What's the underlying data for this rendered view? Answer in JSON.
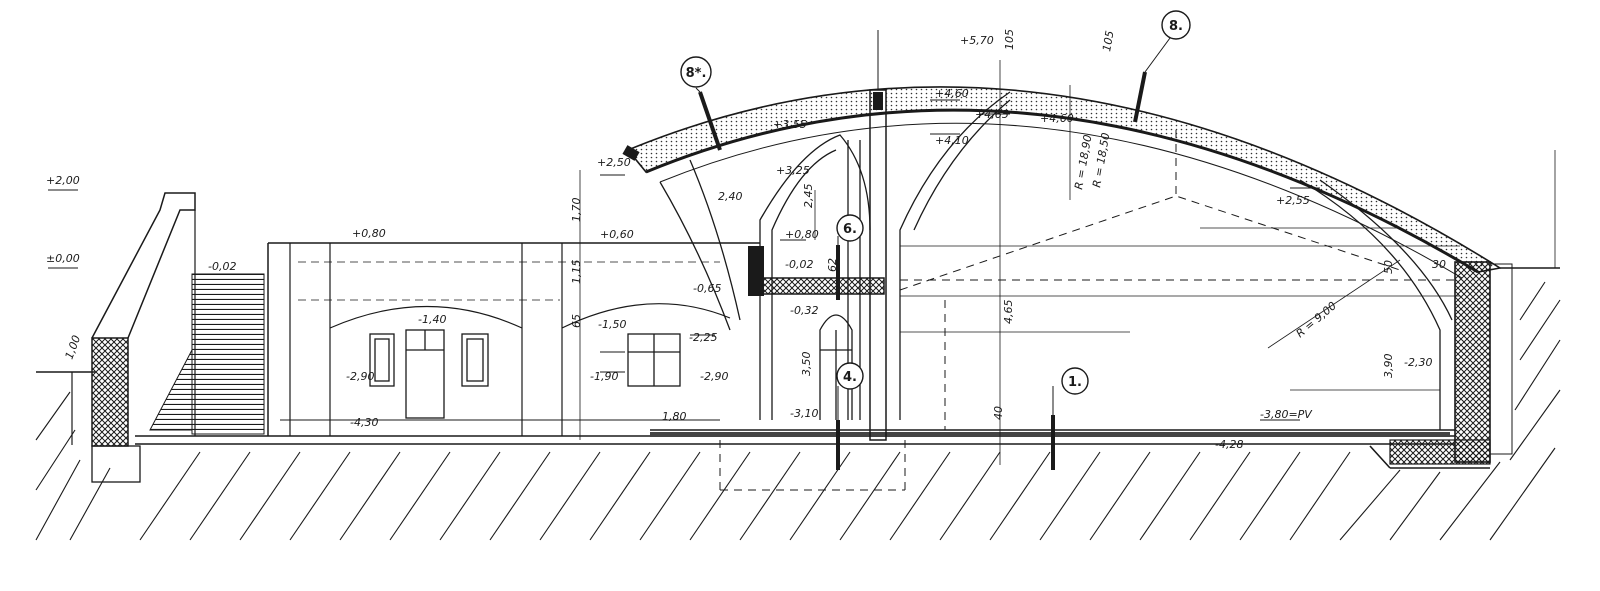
{
  "callouts": {
    "c1": "1.",
    "c4": "4.",
    "c6": "6.",
    "c8": "8.",
    "c8s": "8*."
  },
  "levels": {
    "l_570": "+5,70",
    "l_460": "+4,60",
    "l_465": "+4,65",
    "l_460b": "+4,60",
    "l_410": "+4,10",
    "l_355": "+3,55",
    "l_325": "+3,25",
    "l_250": "+2,50",
    "l_255": "+2,55",
    "l_200": "+2,00",
    "l_100": "±0,00",
    "l_080": "+0,80",
    "l_060": "+0,60",
    "l_c080": "+0,80",
    "l_m002": "-0,02",
    "l_m002b": "-0,02",
    "l_m065": "-0,65",
    "l_m032": "-0,32",
    "l_m140": "-1,40",
    "l_m150": "-1,50",
    "l_m190": "-1,90",
    "l_m225": "-2,25",
    "l_m290a": "-2,90",
    "l_m290b": "-2,90",
    "l_m230": "-2,30",
    "l_m310": "-3,10",
    "l_m380": "-3,80=PV",
    "l_m428": "-4,28",
    "l_m430": "-4,30"
  },
  "dims": {
    "d_105a": "105",
    "d_105b": "105",
    "d_240": "2,40",
    "d_245": "2,45",
    "d_170": "1,70",
    "d_115": "1,15",
    "d_65": "65",
    "d_62": "62",
    "d_465": "4,65",
    "d_350": "3,50",
    "d_390": "3,90",
    "d_100": "1,00",
    "d_r1890": "R = 18,90",
    "d_r1850": "R = 18,50",
    "d_r900": "R = 9,00",
    "d_30": "30",
    "d_50": "50",
    "d_40": "40",
    "d_180": "1,80"
  },
  "colors": {
    "ink": "#1a1a1a",
    "paper": "#ffffff"
  }
}
